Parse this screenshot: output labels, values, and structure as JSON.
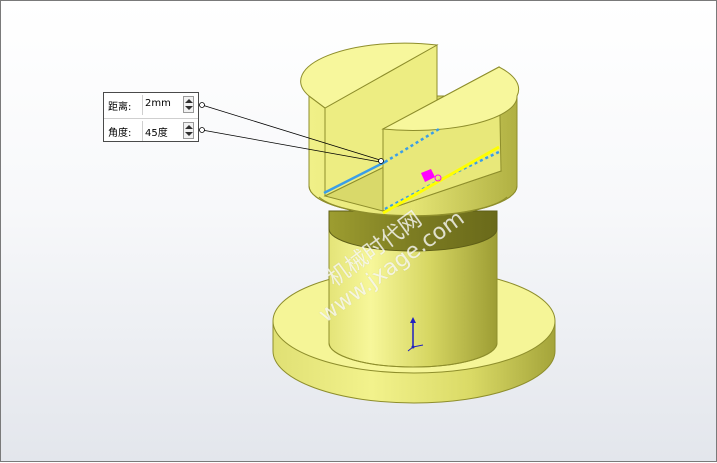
{
  "callout": {
    "rows": [
      {
        "label": "距离:",
        "value": "2mm"
      },
      {
        "label": "角度:",
        "value": "45度"
      }
    ]
  },
  "watermark": {
    "line1": "机械时代网",
    "line2": "www.jxage.com"
  },
  "colors": {
    "part_body": "#f1f18a",
    "part_dark": "#a5a53a",
    "edge_highlight": "#ffff00",
    "preview_line": "#3a9ee8",
    "handle": "#ff00ff",
    "triad_axis": "#2020c0"
  },
  "icons": [
    "spin-up-icon",
    "spin-down-icon",
    "reference-triad-icon",
    "preview-handle-icon"
  ]
}
